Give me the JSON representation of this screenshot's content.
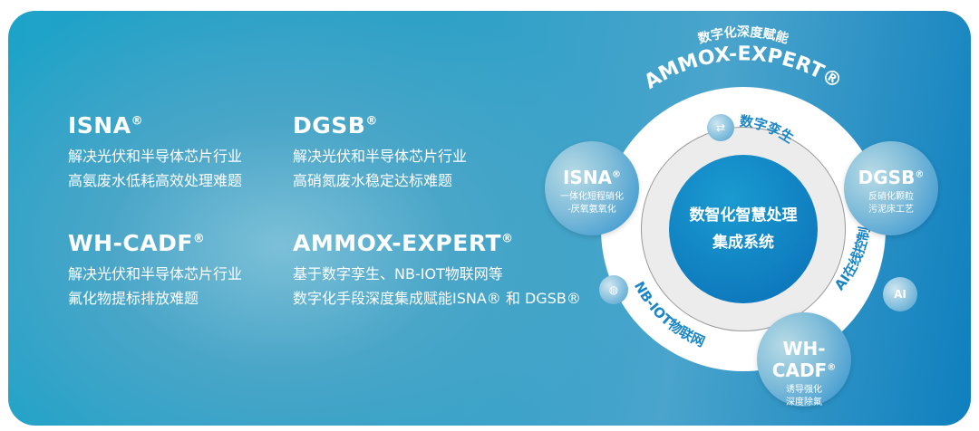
{
  "products": [
    {
      "name": "ISNA",
      "mark": "®",
      "lines": [
        "解决光伏和半导体芯片行业",
        "高氨废水低耗高效处理难题"
      ]
    },
    {
      "name": "DGSB",
      "mark": "®",
      "lines": [
        "解决光伏和半导体芯片行业",
        "高硝氮废水稳定达标难题"
      ]
    },
    {
      "name": "WH-CADF",
      "mark": "®",
      "lines": [
        "解决光伏和半导体芯片行业",
        "氟化物提标排放难题"
      ]
    },
    {
      "name": "AMMOX-EXPERT",
      "mark": "®",
      "lines": [
        "基于数字孪生、NB-IOT物联网等",
        "数字化手段深度集成赋能ISNA® 和 DGSB®"
      ]
    }
  ],
  "diagram": {
    "top_caption": "数字化深度赋能",
    "top_title": "AMMOX-EXPERT®",
    "center": [
      "数智化智慧处理",
      "集成系统"
    ],
    "ring_labels": {
      "twin": "数字孪生",
      "ai": "AI在线控制",
      "iot": "NB-IOT物联网"
    },
    "bubbles": [
      {
        "name": "ISNA",
        "mark": "®",
        "lines": [
          "一体化短程硝化",
          "-厌氧氨氧化"
        ]
      },
      {
        "name": "DGSB",
        "mark": "®",
        "lines": [
          "反硝化颗粒",
          "污泥床工艺"
        ]
      },
      {
        "name": "WH-CADF",
        "mark": "®",
        "lines": [
          "诱导强化",
          "深度除氟"
        ]
      }
    ],
    "ai_icon_text": "AI"
  }
}
